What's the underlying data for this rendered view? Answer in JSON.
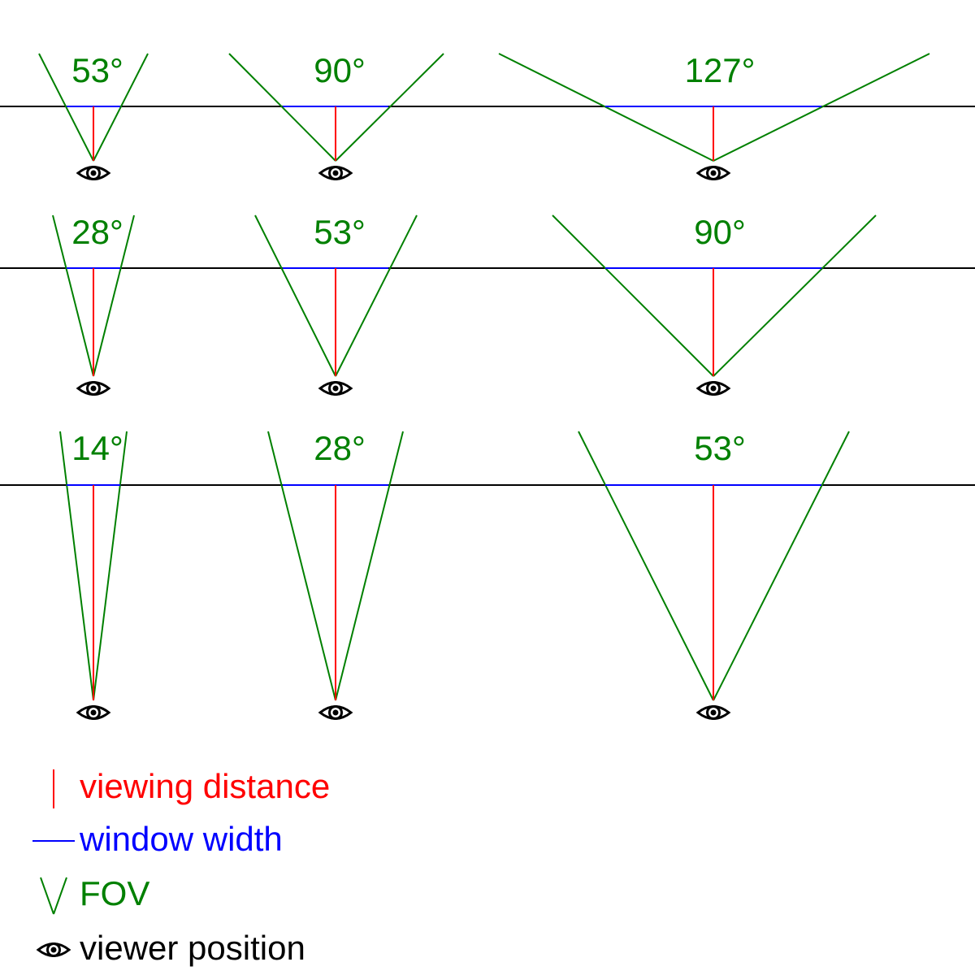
{
  "colors": {
    "viewing_distance": "#ff0000",
    "window_width": "#0000ff",
    "fov": "#008000",
    "horizon": "#000000",
    "eye": "#000000"
  },
  "rows": [
    {
      "panels": [
        {
          "fov_label": "53°"
        },
        {
          "fov_label": "90°"
        },
        {
          "fov_label": "127°"
        }
      ]
    },
    {
      "panels": [
        {
          "fov_label": "28°"
        },
        {
          "fov_label": "53°"
        },
        {
          "fov_label": "90°"
        }
      ]
    },
    {
      "panels": [
        {
          "fov_label": "14°"
        },
        {
          "fov_label": "28°"
        },
        {
          "fov_label": "53°"
        }
      ]
    }
  ],
  "legend": {
    "viewing_distance": "viewing distance",
    "window_width": "window width",
    "fov": "FOV",
    "viewer_position": "viewer position"
  }
}
